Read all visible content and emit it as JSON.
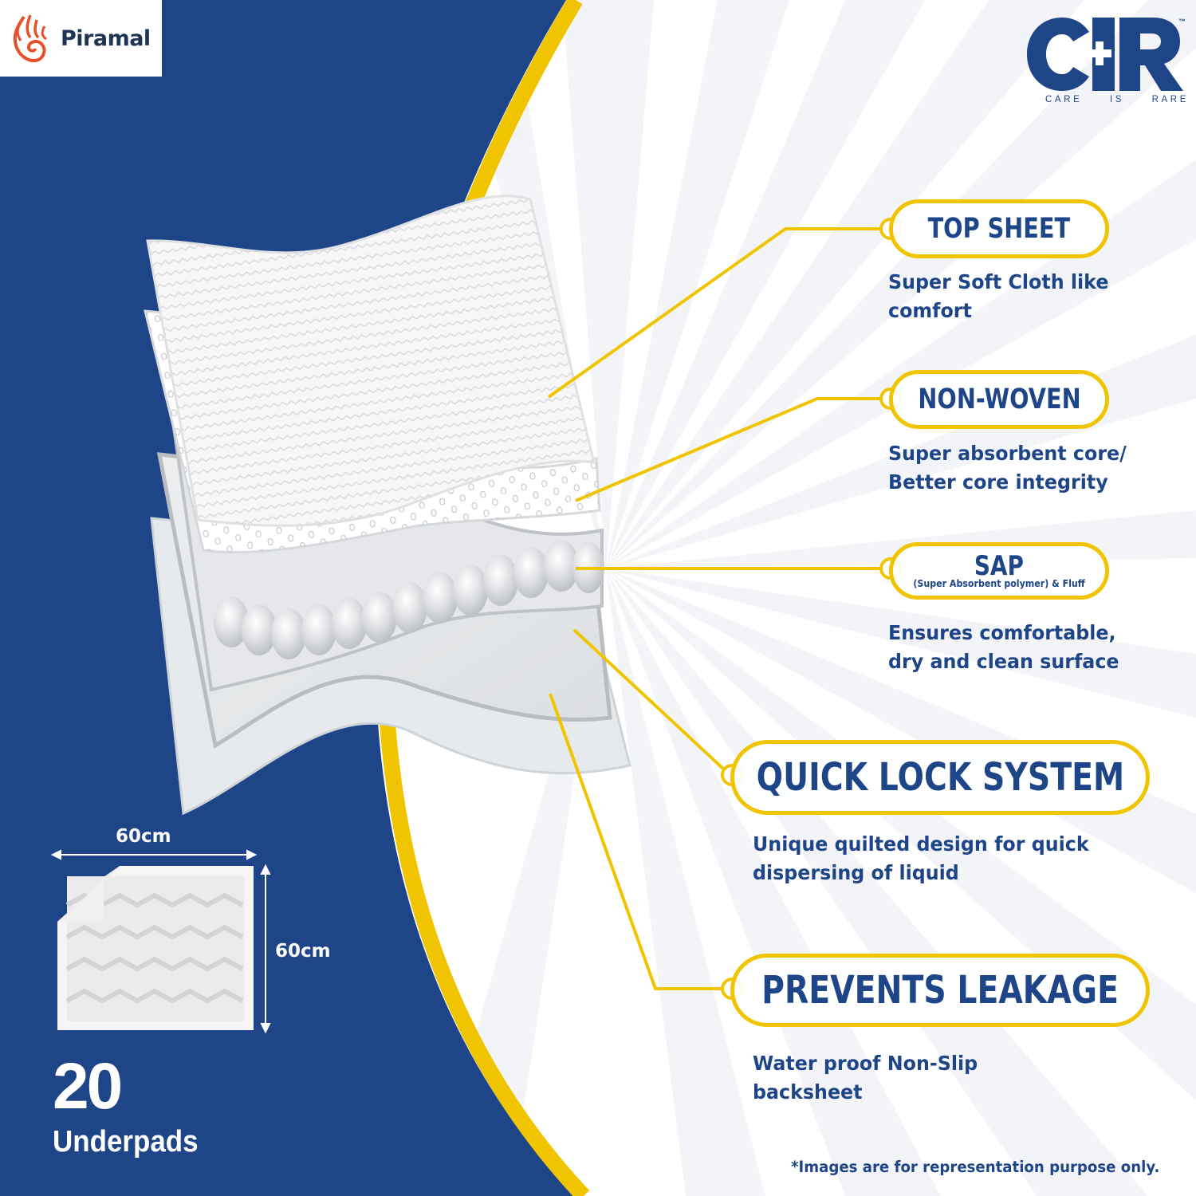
{
  "brand": {
    "company_logo_text": "Piramal",
    "product_logo": {
      "letters": [
        "C",
        "I",
        "R"
      ],
      "tagline": [
        "CARE",
        "IS",
        "RARE"
      ],
      "trademark": "™"
    }
  },
  "colors": {
    "navy": "#1f4589",
    "yellow": "#f0c400",
    "ray_light": "#f2f4f8",
    "piramal_orange": "#e8502a",
    "piramal_text": "#1d3553"
  },
  "layers": [
    {
      "title": "TOP SHEET",
      "subtitle": "",
      "description": [
        "Super Soft Cloth like",
        "comfort"
      ]
    },
    {
      "title": "NON-WOVEN",
      "subtitle": "",
      "description": [
        "Super absorbent core/",
        "Better core integrity"
      ]
    },
    {
      "title": "SAP",
      "subtitle": "(Super Absorbent polymer) & Fluff",
      "description": [
        "Ensures comfortable,",
        "dry and clean surface"
      ]
    },
    {
      "title": "QUICK LOCK SYSTEM",
      "subtitle": "",
      "description": [
        "Unique quilted design for quick",
        "dispersing of liquid"
      ]
    },
    {
      "title": "PREVENTS LEAKAGE",
      "subtitle": "",
      "description": [
        "Water proof Non-Slip",
        "backsheet"
      ]
    }
  ],
  "dimensions": {
    "width": "60cm",
    "height": "60cm"
  },
  "pack": {
    "count": "20",
    "unit": "Underpads"
  },
  "disclaimer": "*Images are for representation purpose only.",
  "icons": {
    "piramal_logo": "flame-hand-logo-icon",
    "cir_cross": "medical-cross-icon",
    "dimension_arrows": "double-arrow-icon"
  }
}
